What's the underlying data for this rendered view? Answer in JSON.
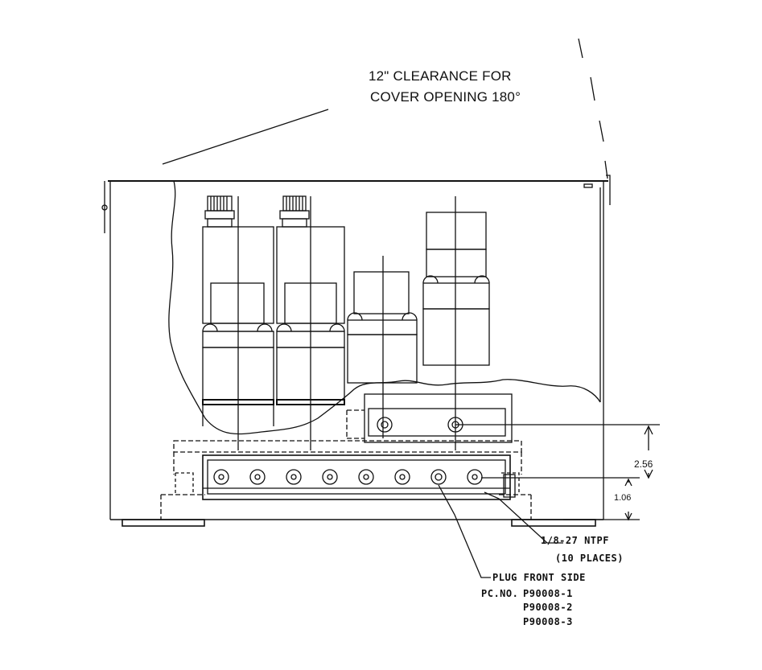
{
  "notes": {
    "clearance_line1": "12\" CLEARANCE FOR",
    "clearance_line2": "COVER OPENING 180°",
    "thread_line1": "1/8-27 NTPF",
    "thread_line2": "(10 PLACES)",
    "plug_label": "PLUG FRONT SIDE",
    "part_prefix": "PC.NO.",
    "part_numbers": [
      "P90008-1",
      "P90008-2",
      "P90008-3"
    ]
  },
  "dimensions": {
    "upper": "2.56",
    "lower": "1.06"
  },
  "colors": {
    "line": "#111111",
    "background": "#ffffff"
  }
}
